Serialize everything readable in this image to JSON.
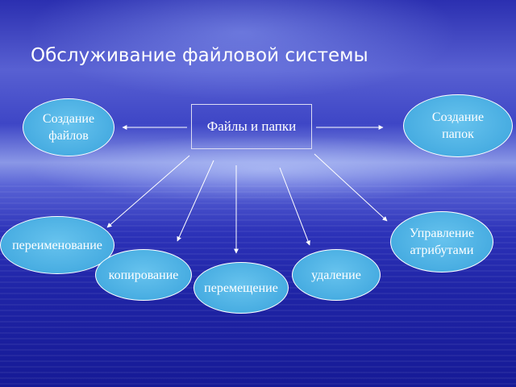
{
  "slide": {
    "title": "Обслуживание файловой системы",
    "center_label": "Файлы и папки",
    "nodes": {
      "create_files": "Создание файлов",
      "create_folders": "Создание папок",
      "rename": "переименование",
      "manage_attributes": "Управление атрибутами",
      "copy": "копирование",
      "delete": "удаление",
      "move": "перемещение"
    }
  },
  "colors": {
    "node_fill": "#3aa3dc",
    "node_border": "#ffffff",
    "text": "#ffffff",
    "background": "#2a2fb2"
  }
}
